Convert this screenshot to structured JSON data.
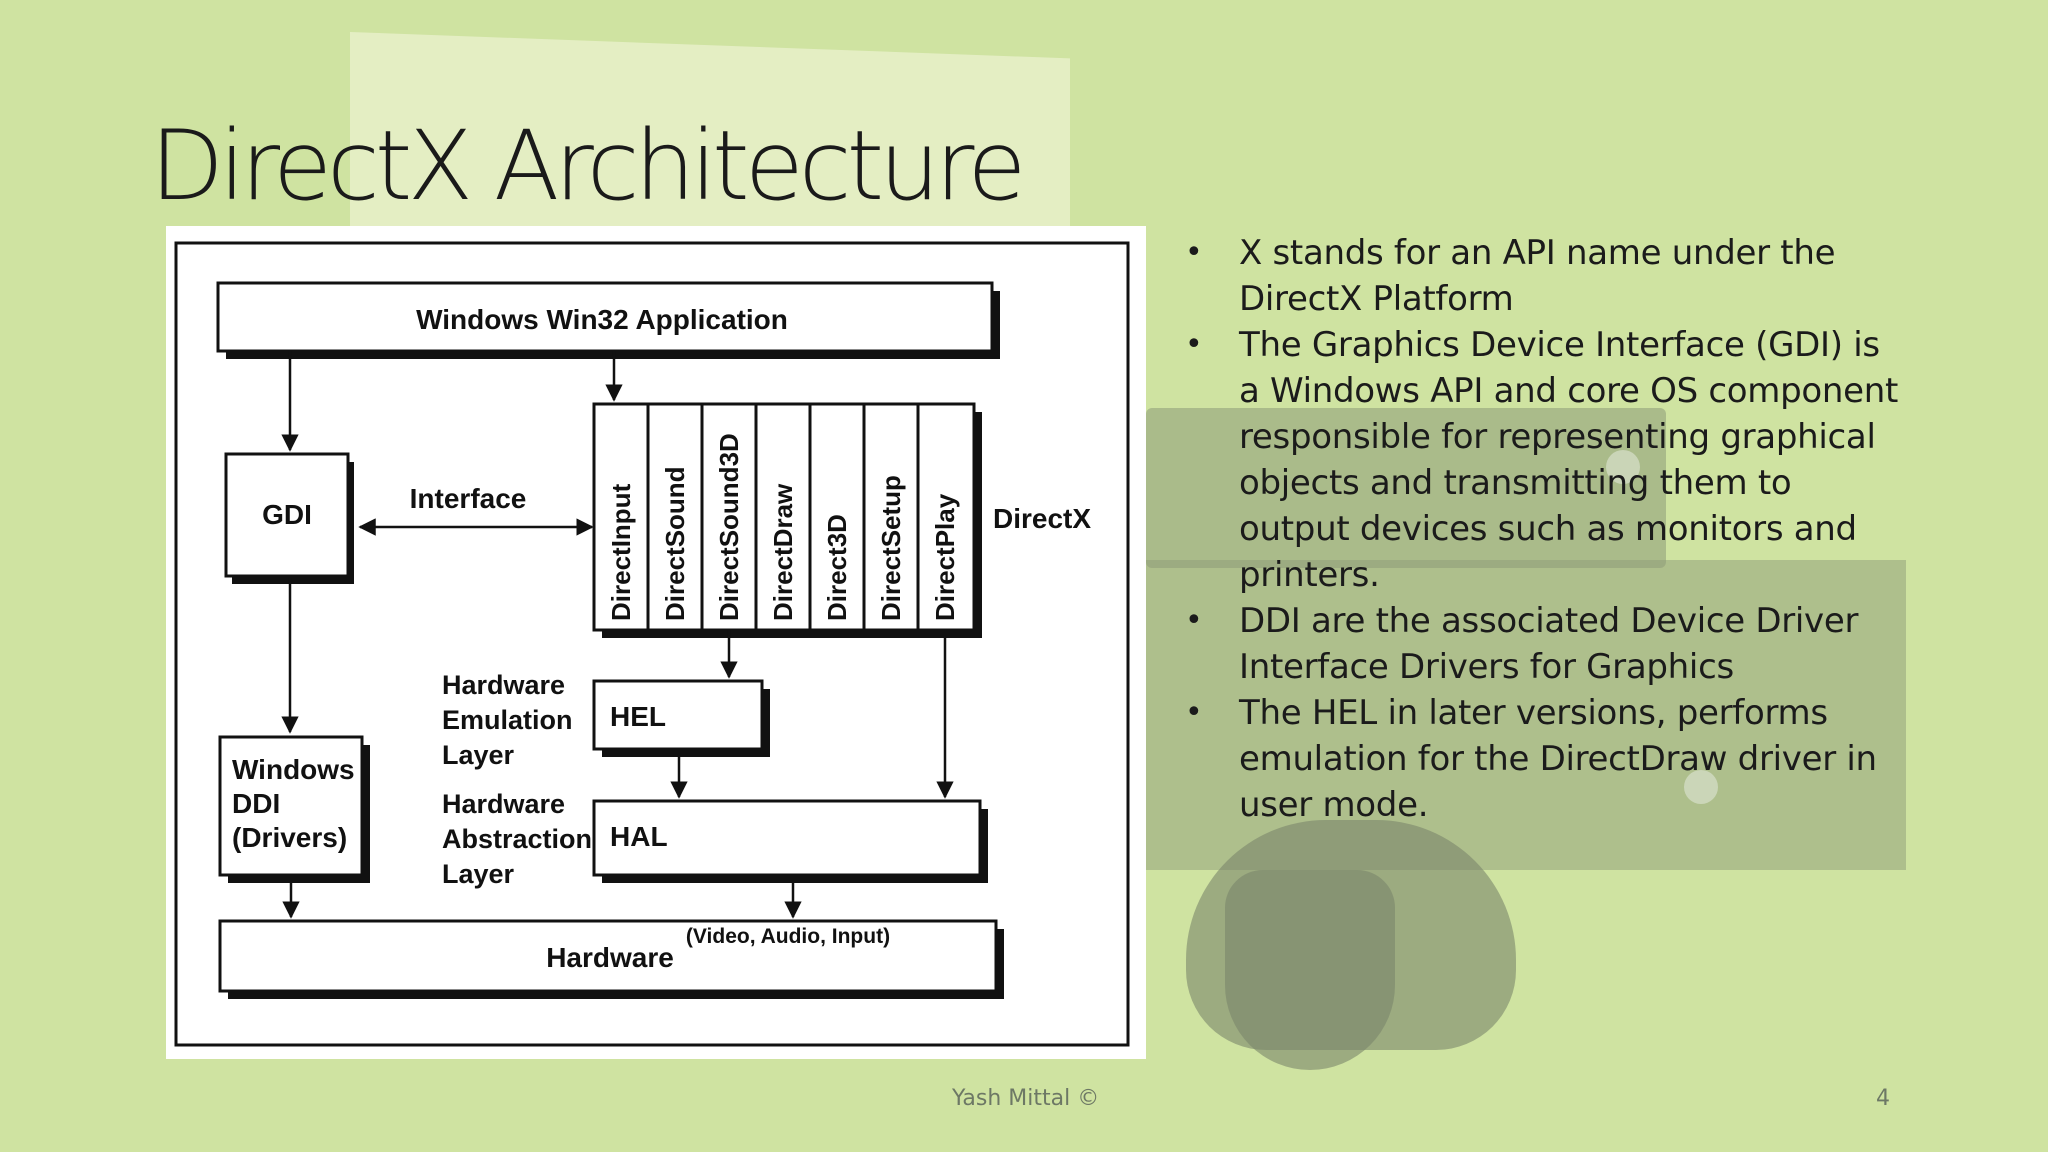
{
  "slide": {
    "title": "DirectX Architecture",
    "footer_author": "Yash Mittal ©",
    "page_number": "4"
  },
  "diagram": {
    "app_box": "Windows Win32 Application",
    "gdi_box": "GDI",
    "interface_label": "Interface",
    "directx_label": "DirectX",
    "directx_components": [
      "DirectInput",
      "DirectSound",
      "DirectSound3D",
      "DirectDraw",
      "Direct3D",
      "DirectSetup",
      "DirectPlay"
    ],
    "hel_caption": [
      "Hardware",
      "Emulation",
      "Layer"
    ],
    "hel_box": "HEL",
    "hal_caption": [
      "Hardware",
      "Abstraction",
      "Layer"
    ],
    "hal_box": "HAL",
    "ddi_box": [
      "Windows",
      "DDI",
      "(Drivers)"
    ],
    "hardware_box": "Hardware",
    "hardware_note": "(Video, Audio, Input)"
  },
  "bullets": [
    "X stands for an API name under the DirectX Platform",
    "The Graphics Device Interface (GDI) is a Windows API and core OS component responsible for representing graphical objects and transmitting them to output devices such as monitors and printers.",
    "DDI are the associated Device Driver Interface Drivers for Graphics",
    "The HEL in later versions, performs emulation for the DirectDraw driver in user mode."
  ],
  "bullet_symbol": "•"
}
